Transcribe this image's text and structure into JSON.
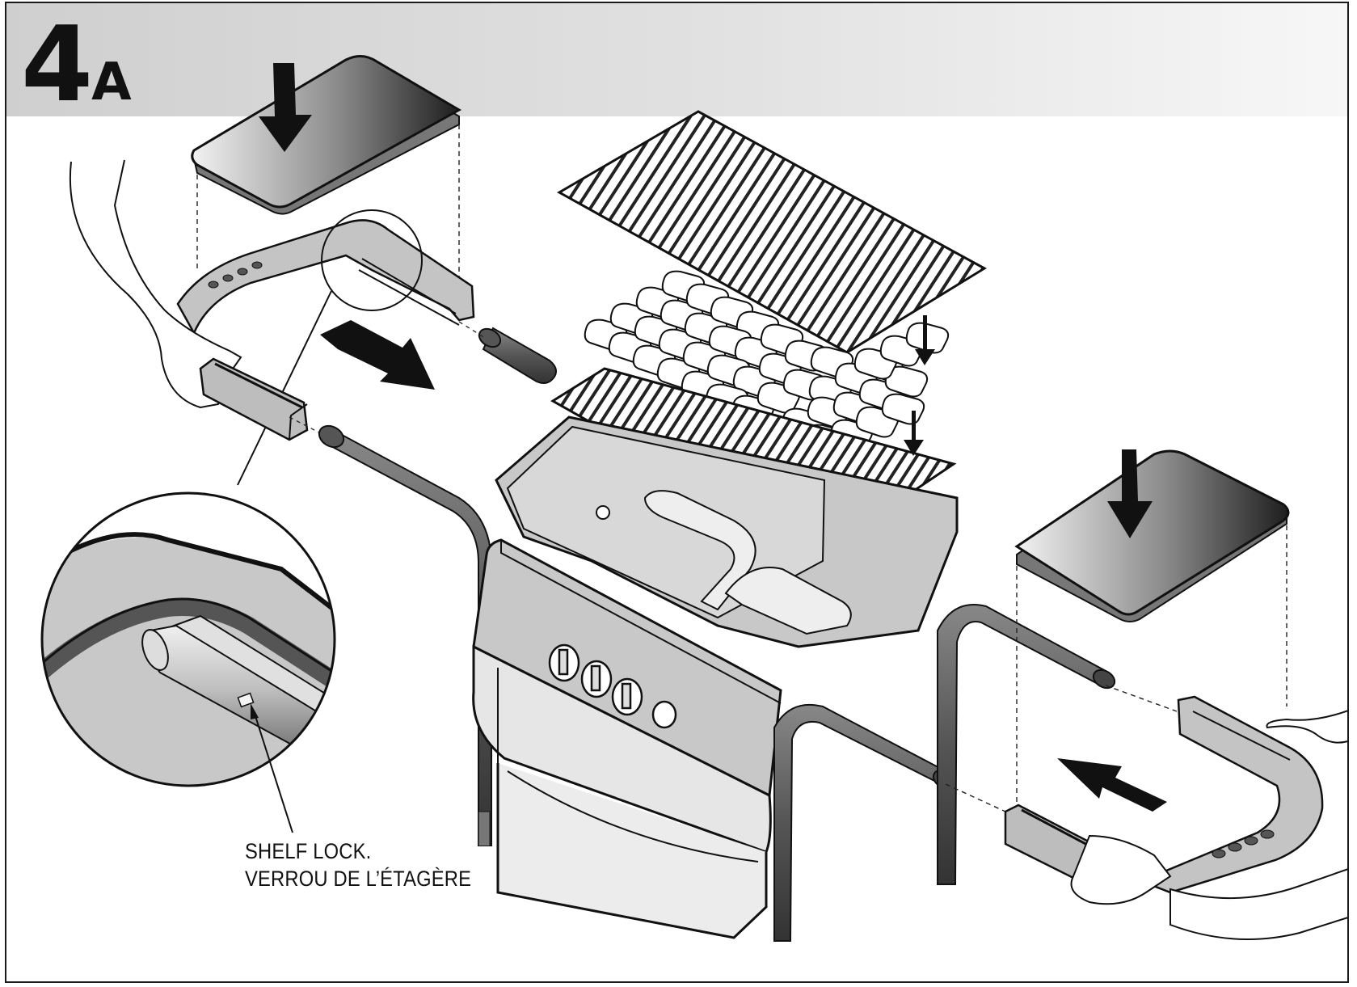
{
  "step": {
    "number": "4",
    "letter": "A"
  },
  "callout": {
    "line1": "SHELF LOCK.",
    "line2": "VERROU DE L’ÉTAGÈRE"
  },
  "colors": {
    "part_fill": "#c8c8c8",
    "frame_tube": "#6a6a6a",
    "outline": "#111111",
    "header_band": "#d6d6d6"
  }
}
